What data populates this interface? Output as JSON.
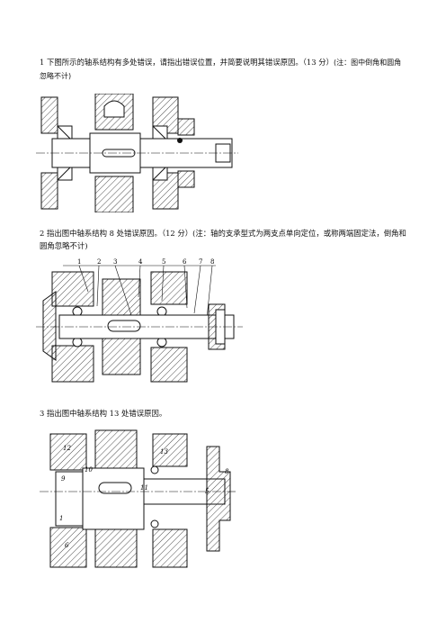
{
  "questions": [
    {
      "text_a": "1 下图所示的轴系结构有多处错误，请指出错误位置，并简要说明其错误原因。（13 分）",
      "text_b": "(注：图中倒角和圆角忽略不计)"
    },
    {
      "text_a": "2 指出图中轴系结构 8 处错误原因。（12 分）(注：轴的支承型式为两支点单向定位，或称两端固定法，倒角和圆角忽略不计)",
      "labels": [
        "1",
        "2",
        "3",
        "4",
        "5",
        "6",
        "7",
        "8"
      ]
    },
    {
      "text_a": "3  指出图中轴系结构 13 处错误原因。",
      "labels": [
        "12",
        "13",
        "10",
        "9",
        "11",
        "8",
        "5",
        "1",
        "6"
      ]
    }
  ]
}
